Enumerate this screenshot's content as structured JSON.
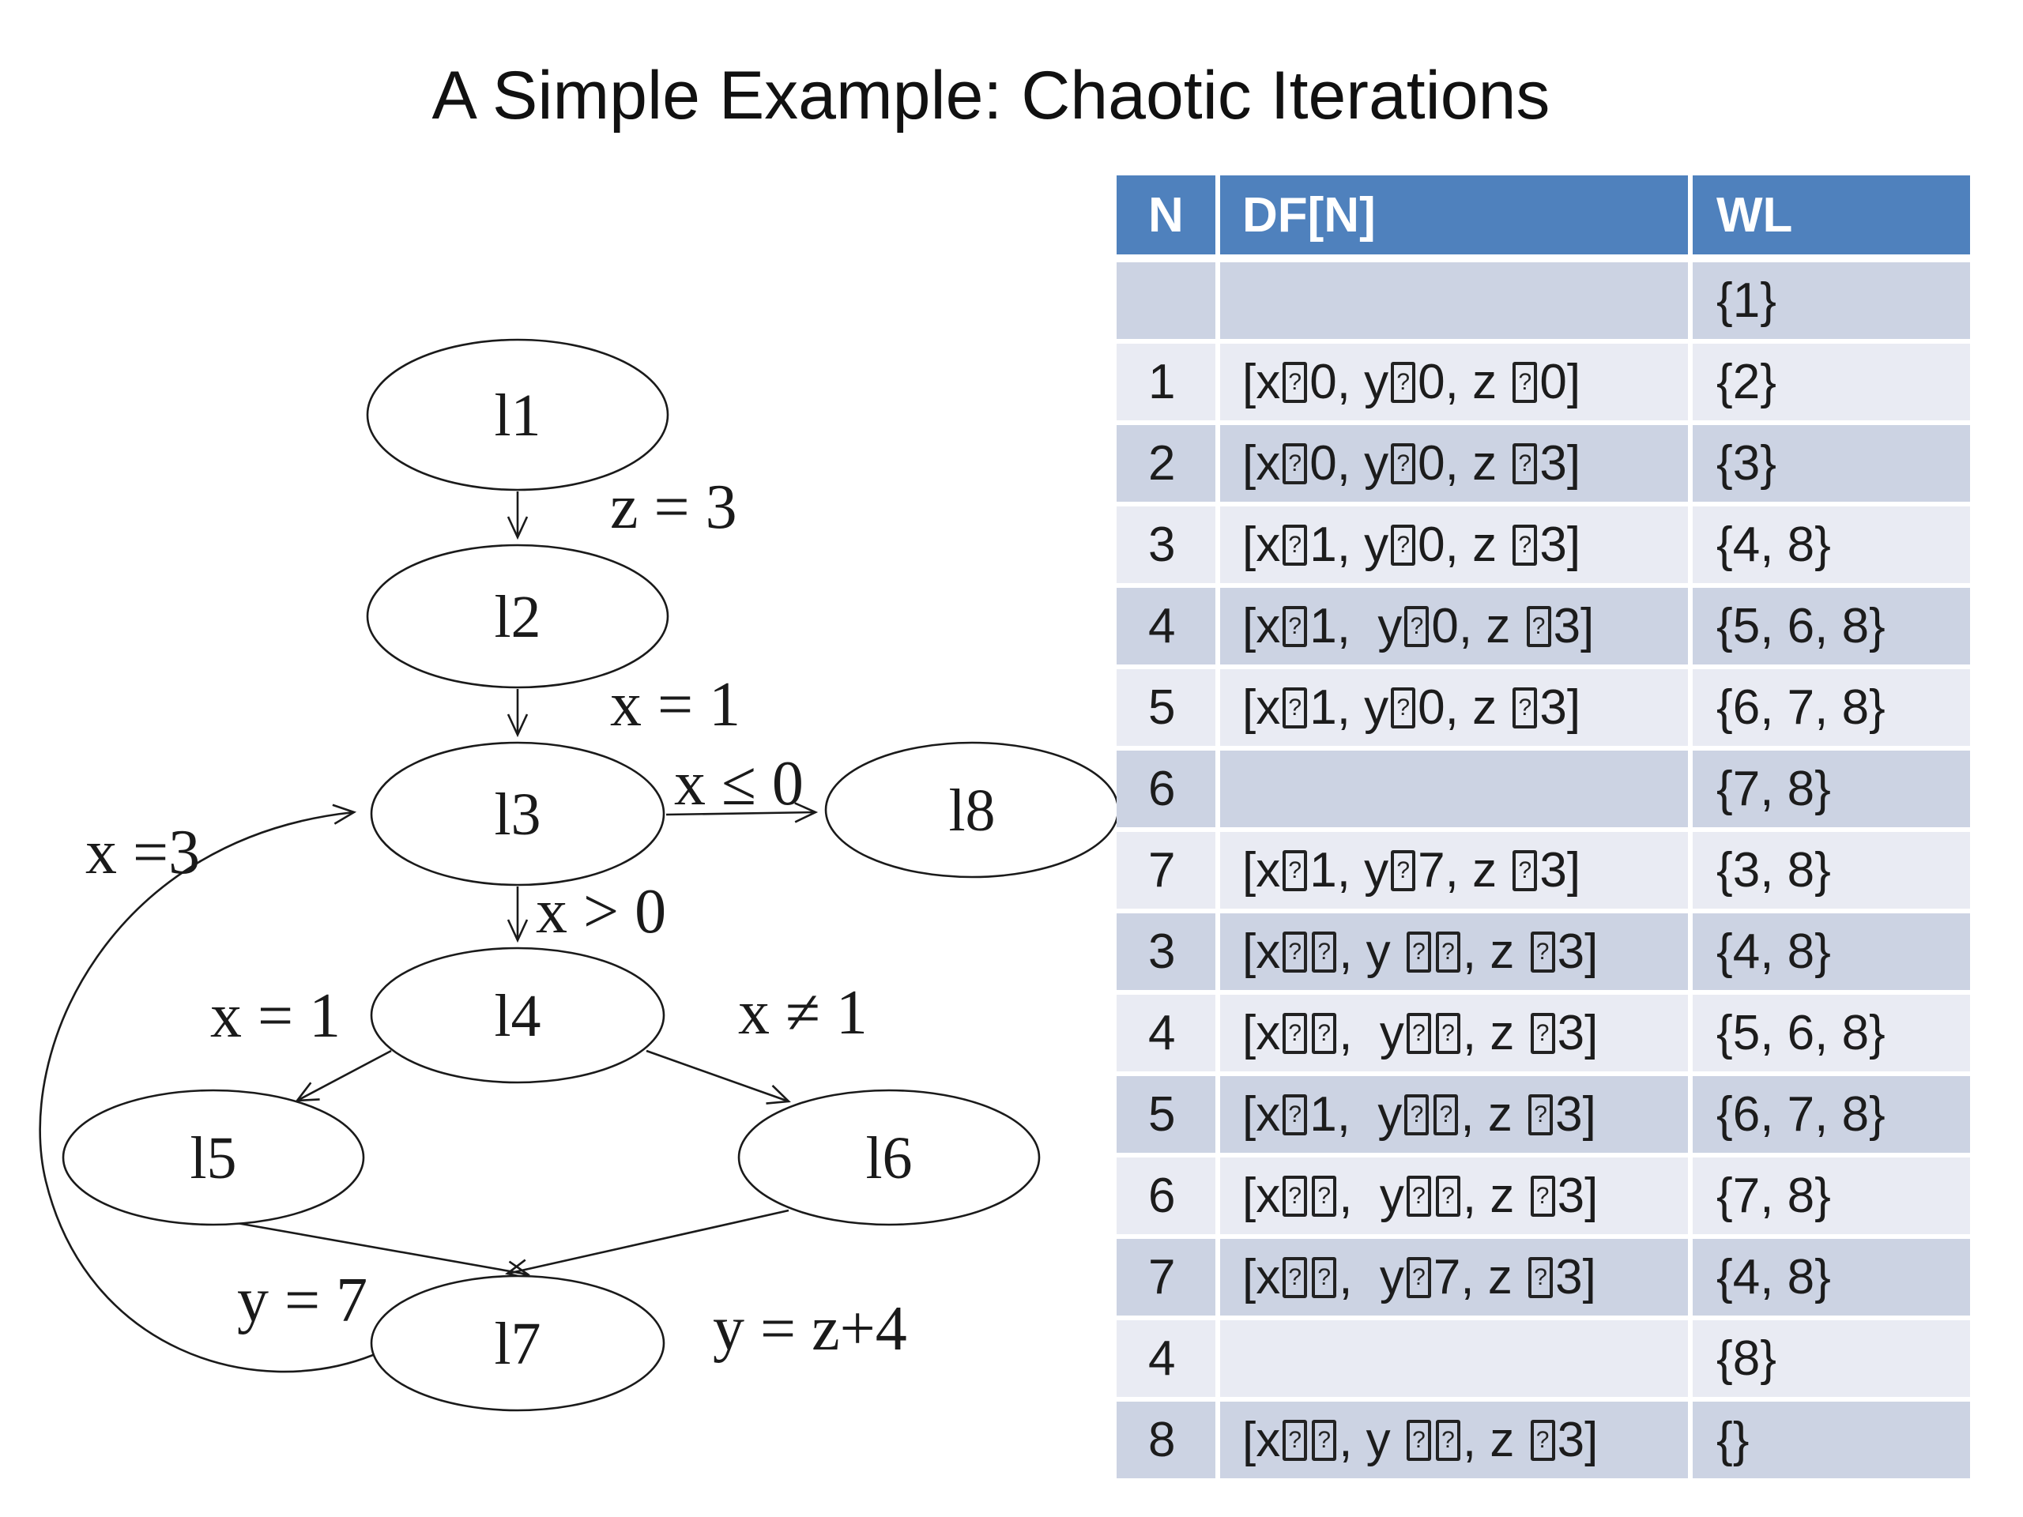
{
  "slide": {
    "title": "A Simple Example: Chaotic Iterations"
  },
  "diagram": {
    "nodes": [
      {
        "id": "l1",
        "label": "l1"
      },
      {
        "id": "l2",
        "label": "l2"
      },
      {
        "id": "l3",
        "label": "l3"
      },
      {
        "id": "l4",
        "label": "l4"
      },
      {
        "id": "l5",
        "label": "l5"
      },
      {
        "id": "l6",
        "label": "l6"
      },
      {
        "id": "l7",
        "label": "l7"
      },
      {
        "id": "l8",
        "label": "l8"
      }
    ],
    "edge_labels": {
      "l1_l2": "z = 3",
      "l2_l3": "x = 1",
      "l3_l8": "x ≤ 0",
      "l3_l4": "x > 0",
      "l4_l5": "x = 1",
      "l4_l6": "x ≠ 1",
      "l5_l7": "y = 7",
      "l6_l7": "y = z+4",
      "l7_l3": "x =3"
    }
  },
  "table": {
    "headers": {
      "n": "N",
      "df": "DF[N]",
      "wl": "WL"
    },
    "rows": [
      {
        "n": "",
        "df": "",
        "wl": "{1}"
      },
      {
        "n": "1",
        "df": "[x□0, y□0, z □0]",
        "wl": "{2}"
      },
      {
        "n": "2",
        "df": "[x□0, y□0, z □3]",
        "wl": "{3}"
      },
      {
        "n": "3",
        "df": "[x□1, y□0, z □3]",
        "wl": "{4, 8}"
      },
      {
        "n": "4",
        "df": "[x□1,  y□0, z □3]",
        "wl": "{5, 6, 8}"
      },
      {
        "n": "5",
        "df": "[x□1, y□0, z □3]",
        "wl": "{6, 7, 8}"
      },
      {
        "n": "6",
        "df": "",
        "wl": "{7, 8}"
      },
      {
        "n": "7",
        "df": "[x□1, y□7, z □3]",
        "wl": "{3, 8}"
      },
      {
        "n": "3",
        "df": "[x□□, y □□, z □3]",
        "wl": "{4, 8}"
      },
      {
        "n": "4",
        "df": "[x□□,  y□□, z □3]",
        "wl": "{5, 6, 8}"
      },
      {
        "n": "5",
        "df": "[x□1,  y□□, z □3]",
        "wl": "{6, 7, 8}"
      },
      {
        "n": "6",
        "df": "[x□□,  y□□, z □3]",
        "wl": "{7, 8}"
      },
      {
        "n": "7",
        "df": "[x□□,  y□7, z □3]",
        "wl": "{4, 8}"
      },
      {
        "n": "4",
        "df": "",
        "wl": "{8}"
      },
      {
        "n": "8",
        "df": "[x□□, y □□, z □3]",
        "wl": "{}"
      }
    ],
    "colors": {
      "header_bg": "#4f81bd",
      "row_dark": "#ccd3e3",
      "row_light": "#e9ebf3"
    }
  }
}
